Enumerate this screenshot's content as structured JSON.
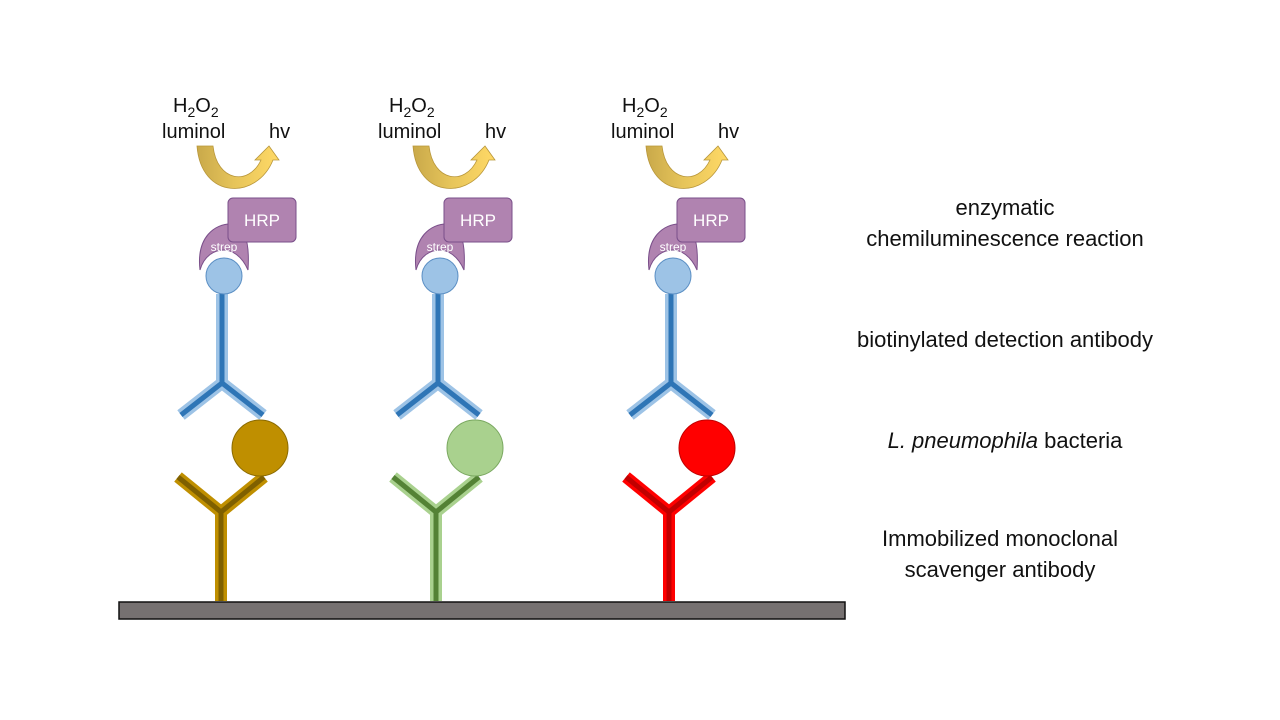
{
  "labels": {
    "reaction_line1": "enzymatic",
    "reaction_line2": "chemiluminescence reaction",
    "detection": "biotinylated detection antibody",
    "bacteria_italic": "L. pneumophila",
    "bacteria_rest": " bacteria",
    "capture_line1": "Immobilized monoclonal",
    "capture_line2": "scavenger antibody"
  },
  "chem": {
    "h2o2_h": "H",
    "h2o2_sub1": "2",
    "h2o2_o": "O",
    "h2o2_sub2": "2",
    "luminol": "luminol",
    "hv": "hv",
    "hrp": "HRP",
    "strep": "strep"
  },
  "assemblies": [
    {
      "bacteria_color": "#bf8f00",
      "capture_fill": "#bf8f00",
      "capture_core": "#7f6000",
      "bacteria_stroke": "#8a6a00"
    },
    {
      "bacteria_color": "#a9d18e",
      "capture_fill": "#a9d18e",
      "capture_core": "#548235",
      "bacteria_stroke": "#7aa860"
    },
    {
      "bacteria_color": "#ff0000",
      "capture_fill": "#ff0000",
      "capture_core": "#c00000",
      "bacteria_stroke": "#c00000"
    }
  ],
  "colors": {
    "detection_outer": "#9dc3e6",
    "detection_inner": "#2e75b6",
    "biotin": "#9dc3e6",
    "hrp": "#b083b0",
    "strep": "#b083b0",
    "arrow_dark": "#c9a94a",
    "arrow_light": "#ffd966",
    "surface": "#767171"
  }
}
